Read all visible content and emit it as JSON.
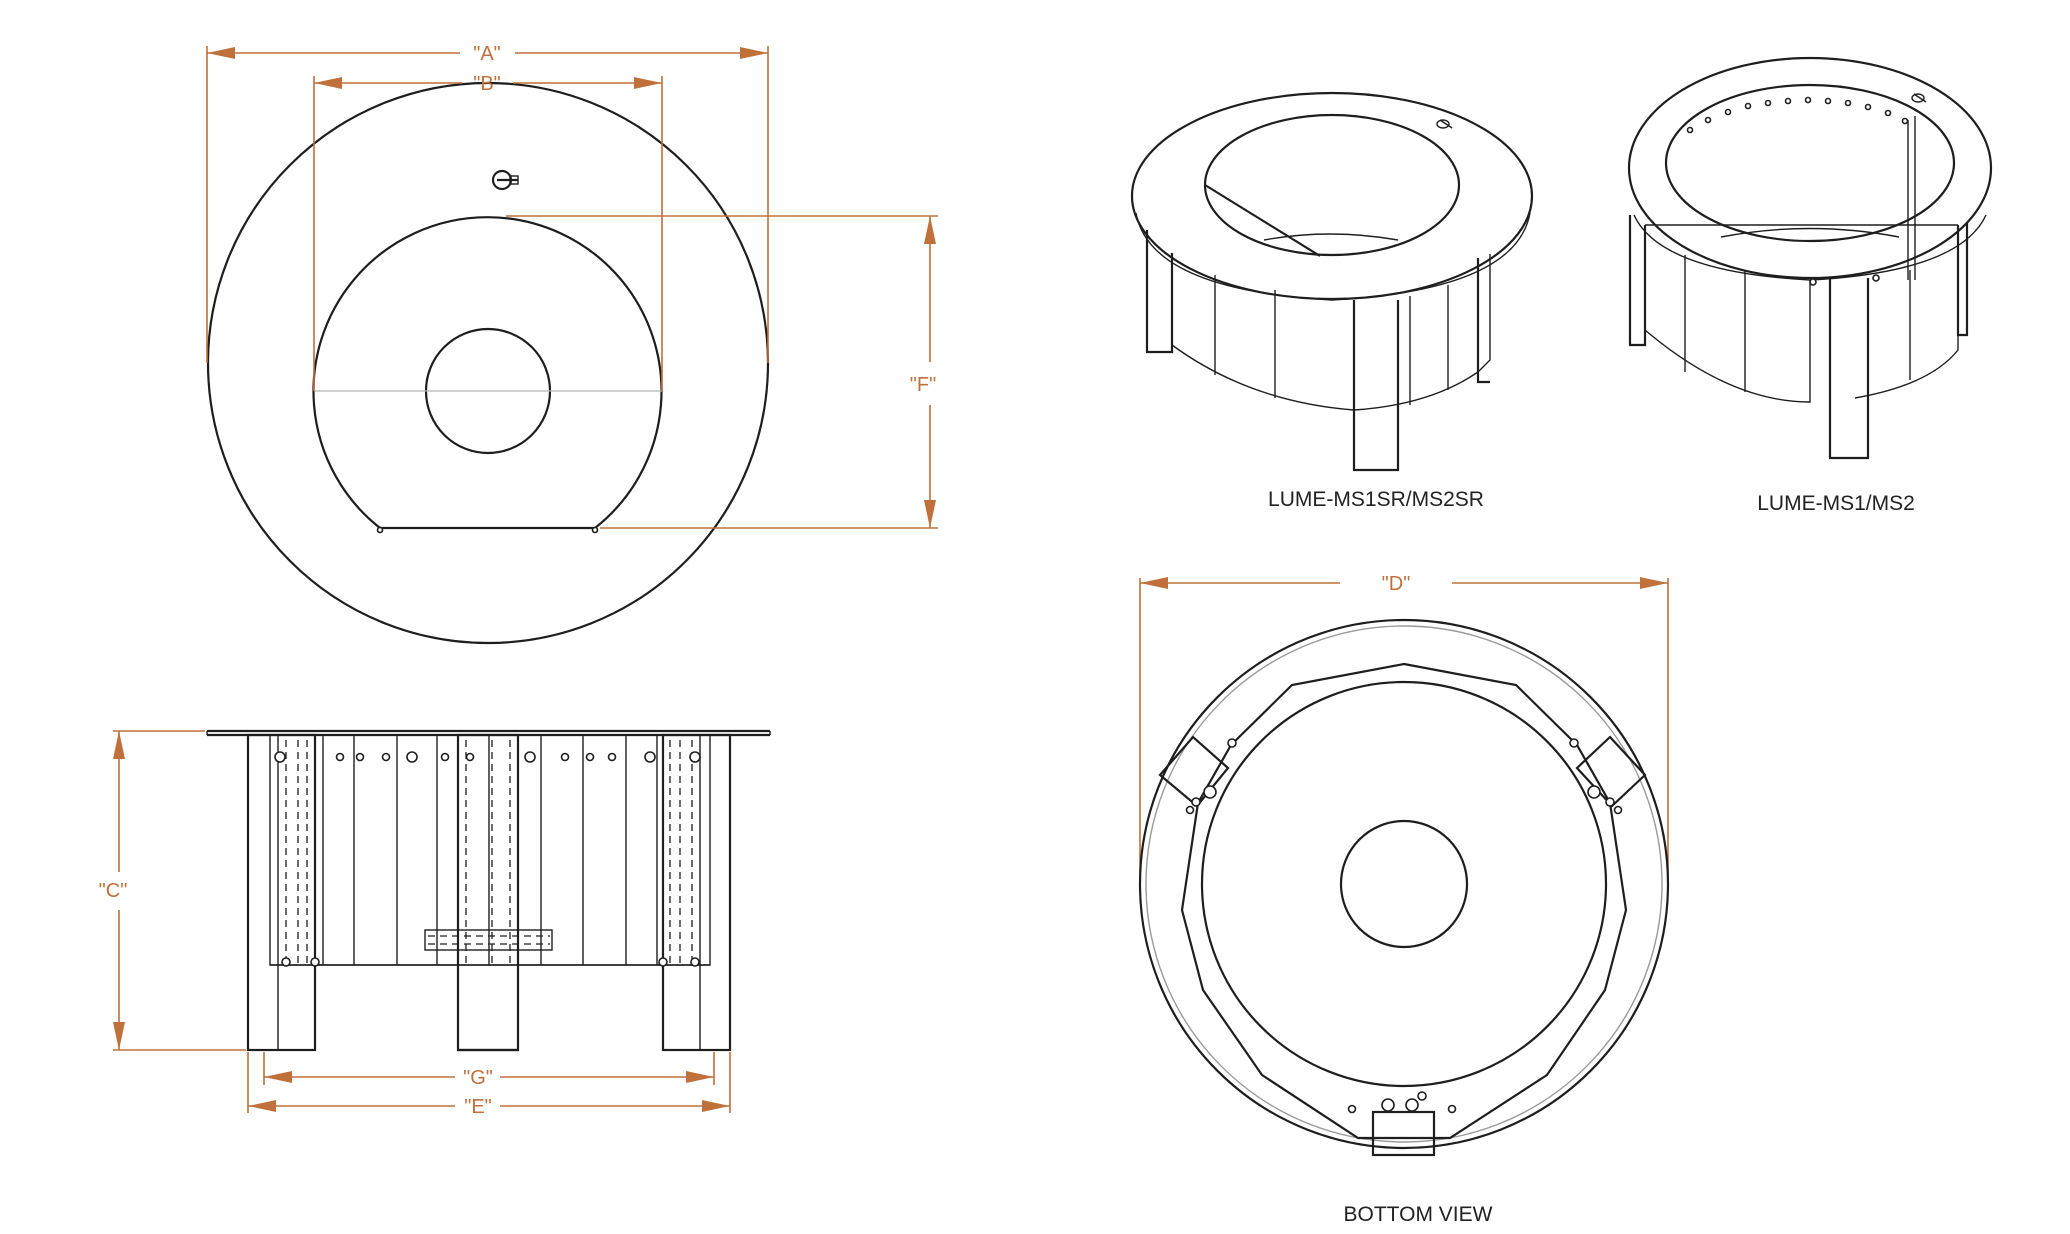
{
  "dimension_labels": {
    "a": "\"A\"",
    "b": "\"B\"",
    "c": "\"C\"",
    "d": "\"D\"",
    "e": "\"E\"",
    "f": "\"F\"",
    "g": "\"G\""
  },
  "captions": {
    "model_sr": "LUME-MS1SR/MS2SR",
    "model_std": "LUME-MS1/MS2",
    "bottom_view": "BOTTOM VIEW"
  },
  "colors": {
    "dimension": "#c0703a",
    "line": "#1e1e1e"
  }
}
